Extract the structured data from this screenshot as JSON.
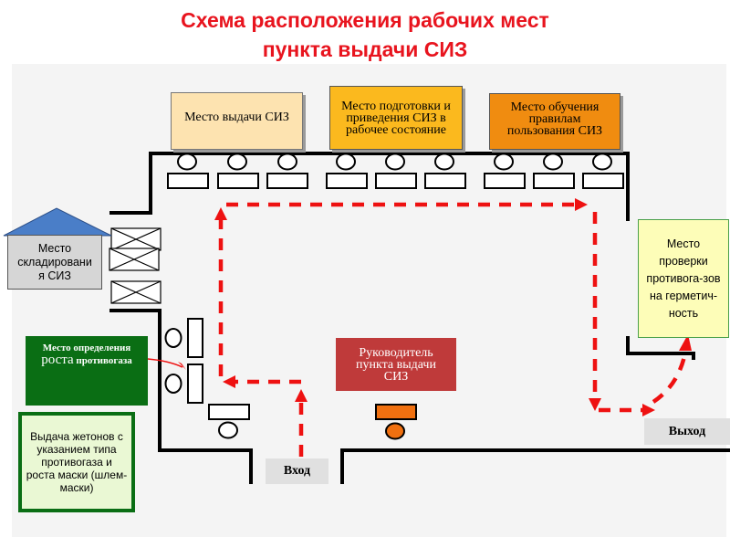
{
  "title": {
    "line1": "Схема расположения рабочих мест",
    "line2": "пункта выдачи СИЗ"
  },
  "boxes": {
    "issue": "Место выдачи СИЗ",
    "preparation": "Место подготовки и приведения СИЗ в рабочее состояние",
    "training": "Место обучения правилам пользования СИЗ",
    "storage": "Место складировани я СИЗ",
    "growth": {
      "part1": "Место определения",
      "big": "роста",
      "part2": "противогаза"
    },
    "tokens": "Выдача жетонов с указанием типа противогаза и роста маски (шлем-маски)",
    "check": "Место проверки противога-зов на герметич-ность",
    "manager": "Руководитель пункта выдачи СИЗ",
    "entrance": "Вход",
    "exit": "Выход"
  },
  "colors": {
    "title": "#e8141e",
    "panel": "#f4f4f4",
    "route": "#ee1111",
    "issue_fill": "#fde3b0",
    "preparation_fill": "#fbb91e",
    "training_fill": "#f08c10",
    "check_fill": "#fdfdb8",
    "manager_fill": "#bf3a3a",
    "green_fill": "#0a6e14",
    "tokens_fill": "#eaf8d4",
    "storage_fill": "#d6d6d6",
    "roof_fill": "#4a7ec8",
    "label_fill": "#e0e0e0"
  }
}
